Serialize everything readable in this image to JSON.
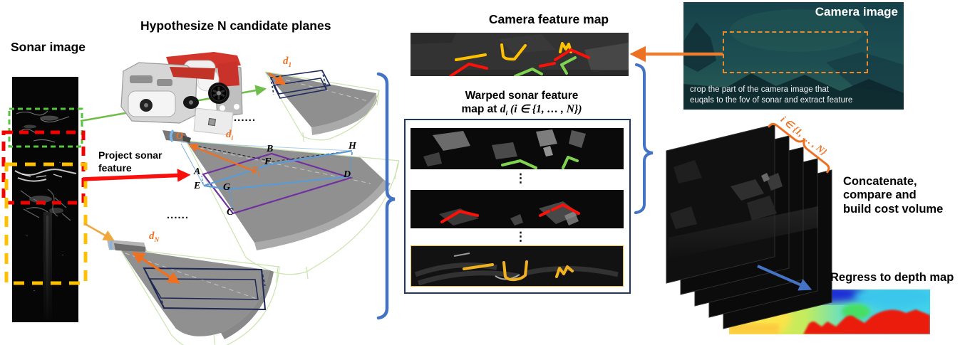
{
  "titles": {
    "sonar_image": "Sonar image",
    "hypothesize": "Hypothesize N candidate planes",
    "project_sonar": "Project sonar feature",
    "camera_feature_map": "Camera feature map",
    "warped_line1": "Warped sonar feature",
    "warped_map_at": "map at ",
    "warped_d": "d",
    "warped_d_sub": "i",
    "warped_set": " (i ∈ {1, … , N})",
    "camera_image": "Camera image",
    "camera_caption_1": "crop the part of the camera image that",
    "camera_caption_2": "euqals to the fov of sonar and extract feature",
    "concatenate_1": "Concatenate,",
    "concatenate_2": "compare and",
    "concatenate_3": "build cost volume",
    "regress": "Regress to depth map",
    "stack_index_label": "i ∈ {1, … , N}"
  },
  "plane_labels": {
    "d": "d",
    "sub_1": "1",
    "sub_i": "i",
    "sub_N": "N",
    "O": "O",
    "A": "A",
    "B": "B",
    "C": "C",
    "D": "D",
    "E": "E",
    "F": "F",
    "G": "G",
    "H": "H",
    "P": "P",
    "P_sub": "i"
  },
  "misc": {
    "dots_row": "......",
    "dots_vertical": "⋮"
  },
  "colors": {
    "accent_orange": "#ED7122",
    "crop_red": "#FF0000",
    "crop_green": "#53C63B",
    "crop_yellow": "#FFC000",
    "brace_blue": "#4472C4",
    "box_navy": "#1F3864",
    "plane_purple": "#7030A0",
    "plane_blue": "#5B9BD5"
  }
}
